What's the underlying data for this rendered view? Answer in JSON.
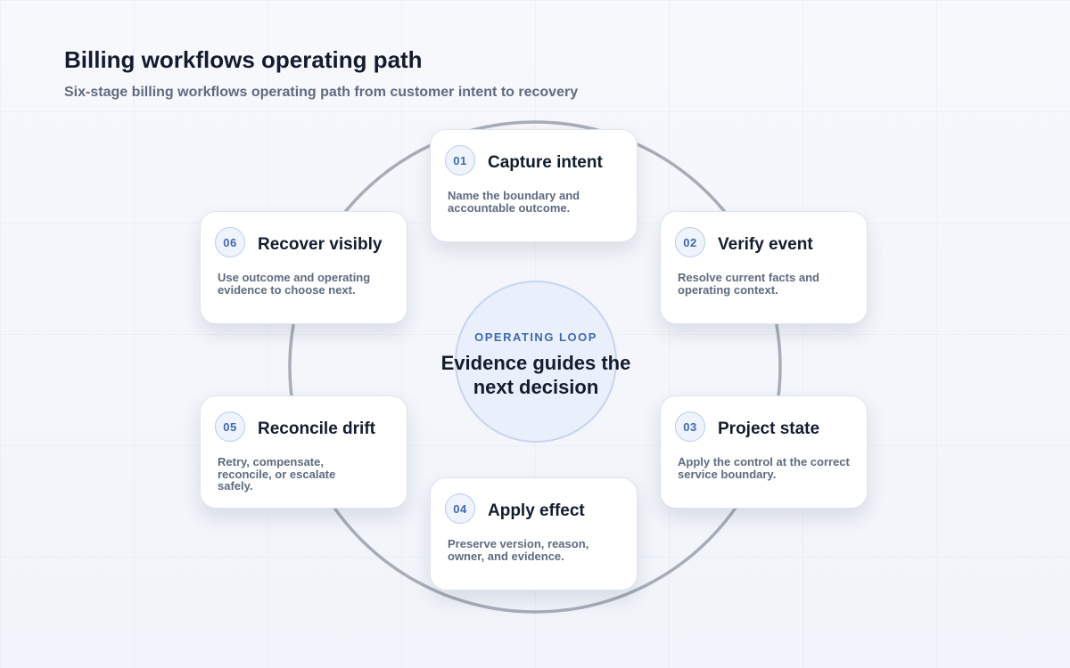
{
  "header": {
    "title": "Billing workflows operating path",
    "subtitle": "Six-stage billing workflows operating path from customer intent to recovery"
  },
  "center": {
    "kicker": "OPERATING LOOP",
    "text": "Evidence guides the next decision"
  },
  "colors": {
    "accent": "#3f68b4",
    "ring": "#a7adb8",
    "title": "#131c2e",
    "muted": "#5f6b80"
  },
  "stages": [
    {
      "number": "01",
      "title": "Capture intent",
      "description": "Name the boundary and accountable outcome."
    },
    {
      "number": "02",
      "title": "Verify event",
      "description": "Resolve current facts and operating context."
    },
    {
      "number": "03",
      "title": "Project state",
      "description": "Apply the control at the correct service boundary."
    },
    {
      "number": "04",
      "title": "Apply effect",
      "description": "Preserve version, reason, owner, and evidence."
    },
    {
      "number": "05",
      "title": "Reconcile drift",
      "description": "Retry, compensate, reconcile, or escalate safely."
    },
    {
      "number": "06",
      "title": "Recover visibly",
      "description": "Use outcome and operating evidence to choose next."
    }
  ]
}
